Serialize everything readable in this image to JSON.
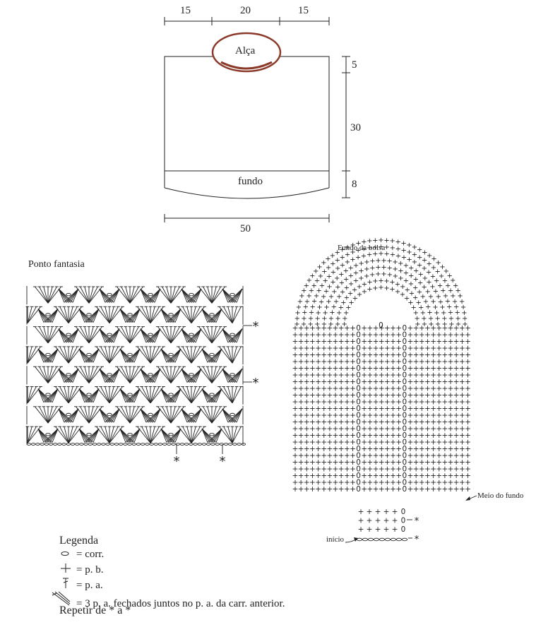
{
  "schematic": {
    "top_dims": [
      "15",
      "20",
      "15"
    ],
    "handle_label": "Alça",
    "side_dims": [
      "5",
      "30",
      "8"
    ],
    "bottom_label": "fundo",
    "width_dim": "50"
  },
  "chart_stitch": {
    "title": "Ponto fantasia",
    "repeat_mark": "*"
  },
  "chart_base": {
    "title": "Fundo da bolsa",
    "middle_label": "Meio do fundo",
    "start_label": "início",
    "plus_symbol": "+",
    "zero_symbol": "0",
    "repeat_mark": "*"
  },
  "legend": {
    "title": "Legenda",
    "items": [
      {
        "symbol": "chain-icon",
        "text": "= corr."
      },
      {
        "symbol": "single-crochet-icon",
        "text": "= p. b."
      },
      {
        "symbol": "double-crochet-icon",
        "text": "= p. a."
      },
      {
        "symbol": "cluster-icon",
        "text": "= 3 p. a. fechados juntos no p. a. da carr. anterior."
      }
    ],
    "repeat_note": "Repetir de * a *"
  },
  "colors": {
    "line": "#222222",
    "handle": "#8b3a2a"
  }
}
